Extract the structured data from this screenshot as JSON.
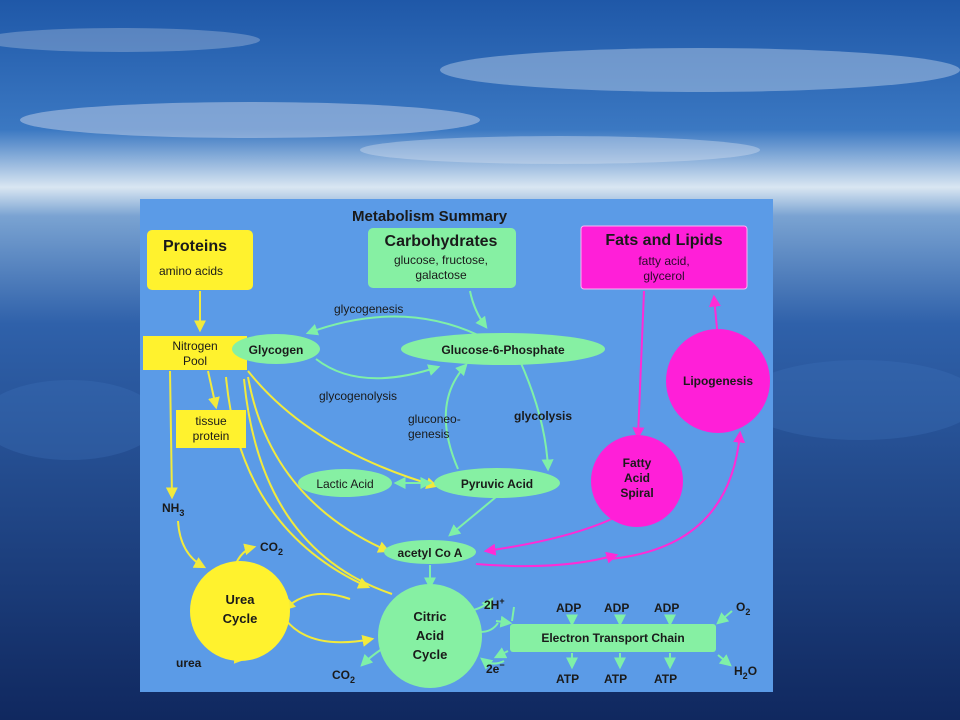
{
  "title": "Metabolism Summary",
  "proteins": {
    "title": "Proteins",
    "subtitle": "amino acids"
  },
  "carbohydrates": {
    "title": "Carbohydrates",
    "line1": "glucose, fructose,",
    "line2": "galactose"
  },
  "fats": {
    "title": "Fats and Lipids",
    "line1": "fatty acid,",
    "line2": "glycerol"
  },
  "nitrogen_pool": {
    "line1": "Nitrogen",
    "line2": "Pool"
  },
  "tissue_protein": {
    "line1": "tissue",
    "line2": "protein"
  },
  "glycogen": "Glycogen",
  "glucose6p": "Glucose-6-Phosphate",
  "glycogenesis": "glycogenesis",
  "glycogenolysis": "glycogenolysis",
  "gluconeogenesis": {
    "line1": "gluconeo-",
    "line2": "genesis"
  },
  "glycolysis": "glycolysis",
  "lactic_acid": "Lactic Acid",
  "pyruvic_acid": "Pyruvic Acid",
  "nh3": {
    "base": "NH",
    "sub": "3"
  },
  "acetyl_coa": "acetyl Co A",
  "lipogenesis": "Lipogenesis",
  "fatty_acid_spiral": {
    "line1": "Fatty",
    "line2": "Acid",
    "line3": "Spiral"
  },
  "urea_cycle": {
    "line1": "Urea",
    "line2": "Cycle"
  },
  "urea": "urea",
  "co2": {
    "base": "CO",
    "sub": "2"
  },
  "citric_acid_cycle": {
    "line1": "Citric",
    "line2": "Acid",
    "line3": "Cycle"
  },
  "h_plus": {
    "base": "2H",
    "sup": "+"
  },
  "e_minus": {
    "base": "2e",
    "sup": "−"
  },
  "etc": "Electron Transport Chain",
  "adp": "ADP",
  "atp": "ATP",
  "o2": {
    "base": "O",
    "sub": "2"
  },
  "h2o": {
    "pre": "H",
    "sub": "2",
    "post": "O"
  },
  "colors": {
    "panel": "#5b9be7",
    "yellow": "#fff22e",
    "green": "#86f0a3",
    "magenta": "#ff1fd8"
  }
}
